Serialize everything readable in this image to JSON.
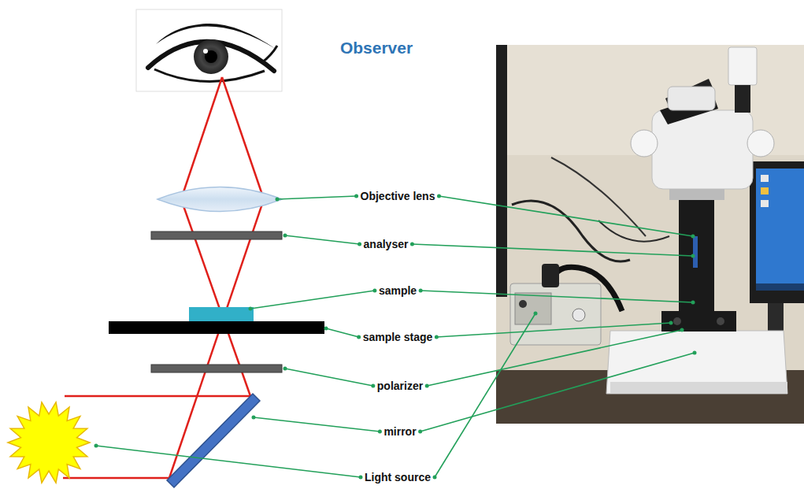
{
  "diagram": {
    "labels": [
      "Observer",
      "Objective lens",
      "analyser",
      "sample",
      "sample stage",
      "polarizer",
      "mirror",
      "Light source"
    ]
  }
}
